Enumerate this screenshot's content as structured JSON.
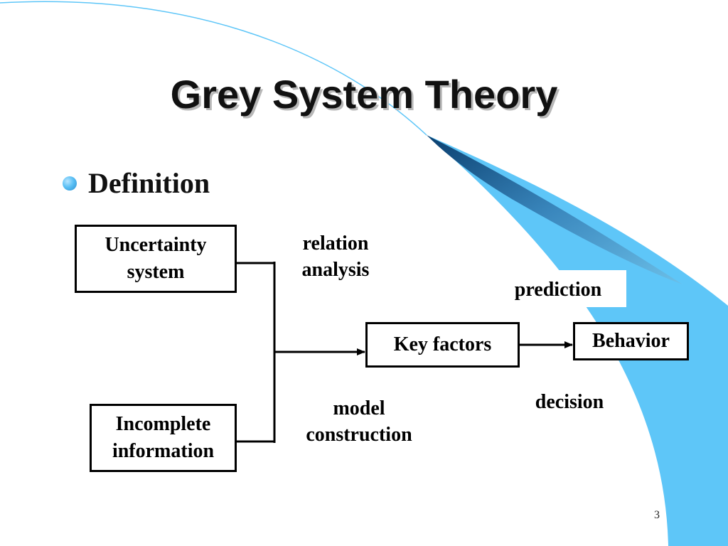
{
  "slide": {
    "title": "Grey System Theory",
    "bullet": "Definition",
    "page_number": "3",
    "accent_color": "#5bc8f8"
  },
  "diagram": {
    "boxes": {
      "uncertainty_system": "Uncertainty system",
      "incomplete_information": "Incomplete information",
      "key_factors": "Key factors",
      "behavior": "Behavior"
    },
    "labels": {
      "relation_analysis": "relation analysis",
      "model_construction": "model construction",
      "prediction": "prediction",
      "decision": "decision"
    }
  }
}
